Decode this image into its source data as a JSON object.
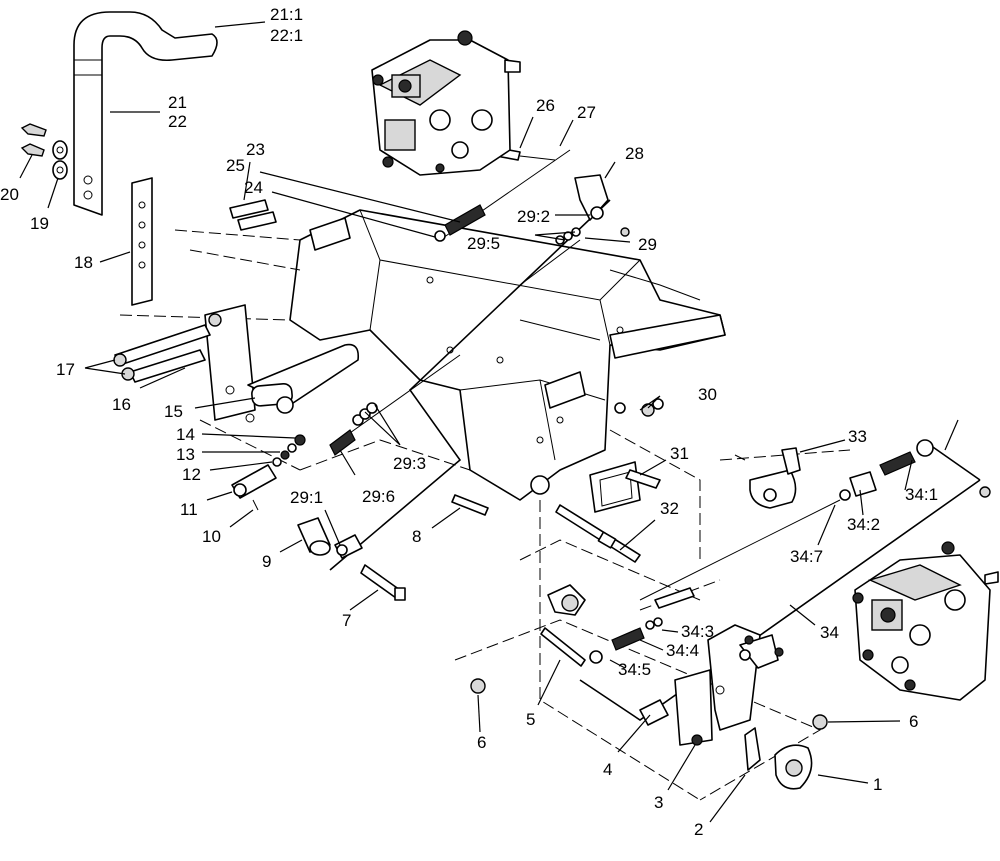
{
  "callouts": [
    {
      "id": "1",
      "text": "1"
    },
    {
      "id": "2",
      "text": "2"
    },
    {
      "id": "3",
      "text": "3"
    },
    {
      "id": "4",
      "text": "4"
    },
    {
      "id": "5",
      "text": "5"
    },
    {
      "id": "6a",
      "text": "6"
    },
    {
      "id": "6b",
      "text": "6"
    },
    {
      "id": "7",
      "text": "7"
    },
    {
      "id": "8",
      "text": "8"
    },
    {
      "id": "9",
      "text": "9"
    },
    {
      "id": "10",
      "text": "10"
    },
    {
      "id": "11",
      "text": "11"
    },
    {
      "id": "12",
      "text": "12"
    },
    {
      "id": "13",
      "text": "13"
    },
    {
      "id": "14",
      "text": "14"
    },
    {
      "id": "15",
      "text": "15"
    },
    {
      "id": "16",
      "text": "16"
    },
    {
      "id": "17",
      "text": "17"
    },
    {
      "id": "18",
      "text": "18"
    },
    {
      "id": "19",
      "text": "19"
    },
    {
      "id": "20",
      "text": "20"
    },
    {
      "id": "21",
      "text": "21"
    },
    {
      "id": "22",
      "text": "22"
    },
    {
      "id": "21-1",
      "text": "21:1"
    },
    {
      "id": "22-1",
      "text": "22:1"
    },
    {
      "id": "23",
      "text": "23"
    },
    {
      "id": "24",
      "text": "24"
    },
    {
      "id": "25",
      "text": "25"
    },
    {
      "id": "26",
      "text": "26"
    },
    {
      "id": "27",
      "text": "27"
    },
    {
      "id": "28",
      "text": "28"
    },
    {
      "id": "29",
      "text": "29"
    },
    {
      "id": "29-1",
      "text": "29:1"
    },
    {
      "id": "29-2",
      "text": "29:2"
    },
    {
      "id": "29-3",
      "text": "29:3"
    },
    {
      "id": "29-5",
      "text": "29:5"
    },
    {
      "id": "29-6",
      "text": "29:6"
    },
    {
      "id": "30",
      "text": "30"
    },
    {
      "id": "31",
      "text": "31"
    },
    {
      "id": "32",
      "text": "32"
    },
    {
      "id": "33",
      "text": "33"
    },
    {
      "id": "34",
      "text": "34"
    },
    {
      "id": "34-1",
      "text": "34:1"
    },
    {
      "id": "34-2",
      "text": "34:2"
    },
    {
      "id": "34-3",
      "text": "34:3"
    },
    {
      "id": "34-4",
      "text": "34:4"
    },
    {
      "id": "34-5",
      "text": "34:5"
    },
    {
      "id": "34-7",
      "text": "34:7"
    }
  ]
}
